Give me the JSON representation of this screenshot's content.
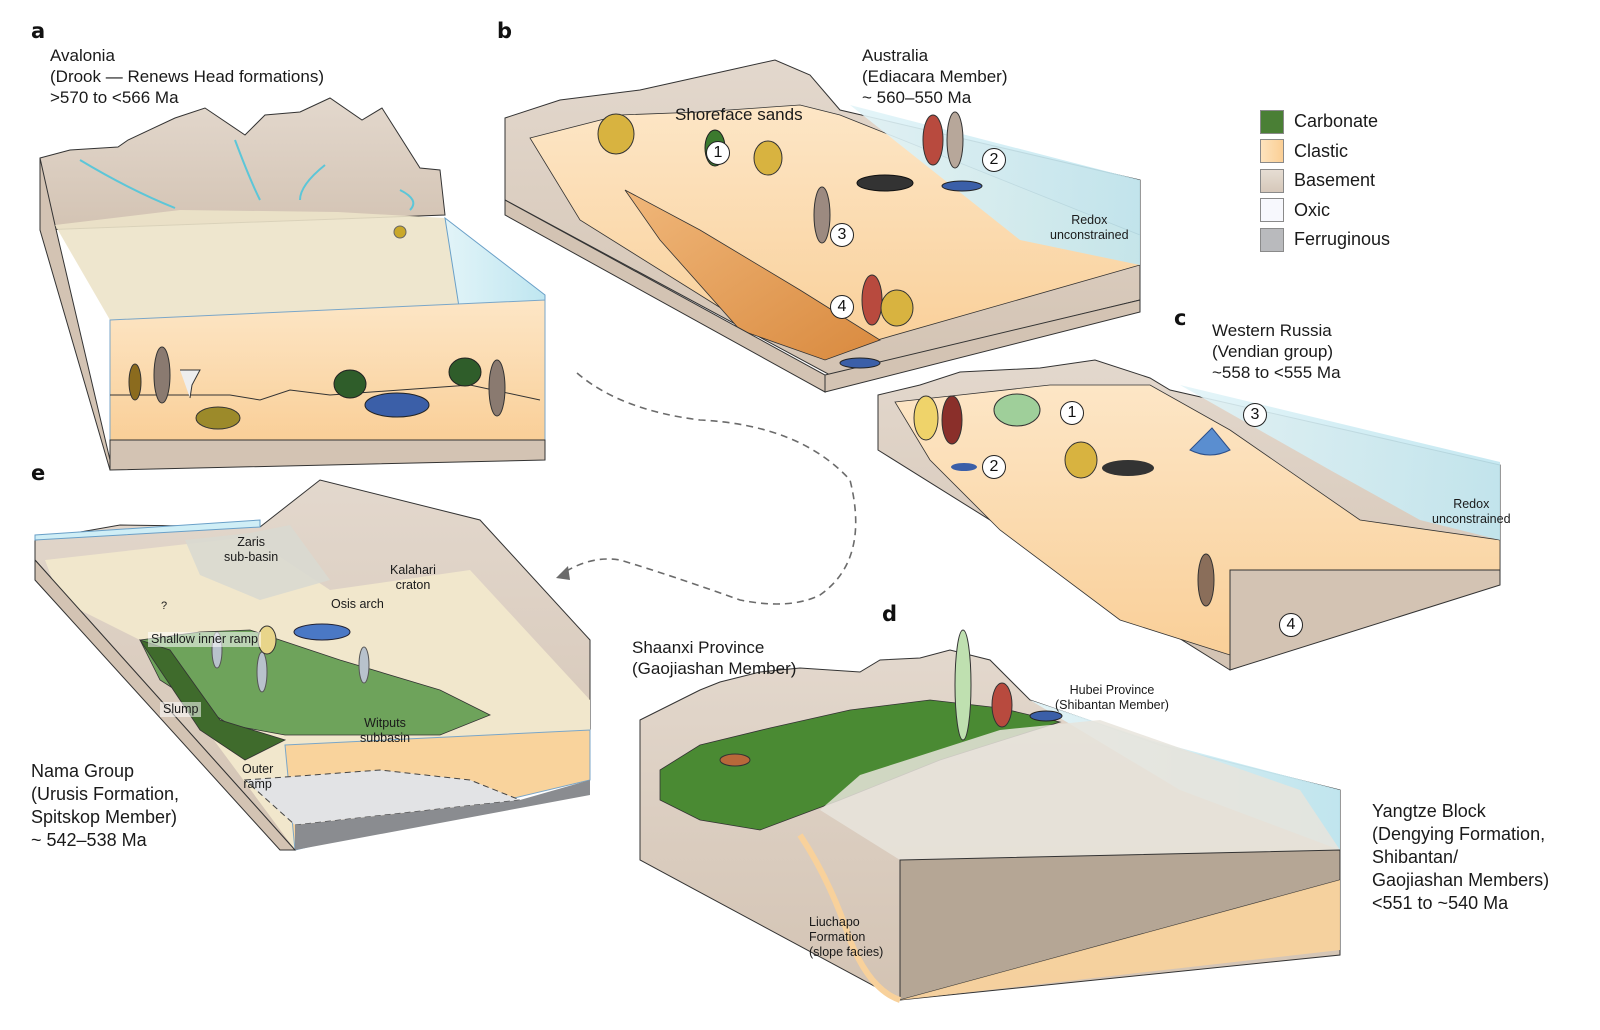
{
  "figure": {
    "panels": [
      {
        "letter": "a",
        "region": "Avalonia",
        "unit": "(Drook — Renews Head formations)",
        "age": ">570 to <566 Ma"
      },
      {
        "letter": "b",
        "region": "Australia",
        "unit": "(Ediacara Member)",
        "age": "~ 560–550 Ma",
        "annotations": {
          "shoreface": "Shoreface sands",
          "redox": [
            "Redox",
            "unconstrained"
          ]
        },
        "markers": [
          "1",
          "2",
          "3",
          "4"
        ]
      },
      {
        "letter": "c",
        "region": "Western Russia",
        "unit": "(Vendian group)",
        "age": "~558 to <555 Ma",
        "annotations": {
          "redox": [
            "Redox",
            "unconstrained"
          ]
        },
        "markers": [
          "1",
          "2",
          "3",
          "4"
        ]
      },
      {
        "letter": "d",
        "region_left": "Shaanxi Province",
        "unit_left": "(Gaojiashan Member)",
        "region_hubei": "Hubei Province",
        "unit_hubei": "(Shibantan Member)",
        "region": "Yangtze Block",
        "unit_lines": [
          "(Dengying Formation,",
          "Shibantan/",
          "Gaojiashan Members)"
        ],
        "age": "<551 to ~540 Ma",
        "annotations": {
          "liuchapo": [
            "Liuchapo",
            "Formation",
            "(slope facies)"
          ]
        }
      },
      {
        "letter": "e",
        "region": "Nama Group",
        "unit_lines": [
          "(Urusis Formation,",
          "Spitskop Member)"
        ],
        "age": "~ 542–538 Ma",
        "annotations": {
          "zaris": [
            "Zaris",
            "sub-basin"
          ],
          "kalahari": [
            "Kalahari",
            "craton"
          ],
          "osis": "Osis arch",
          "inner_ramp": "Shallow inner ramp",
          "slump": "Slump",
          "witputs": [
            "Witputs",
            "subbasin"
          ],
          "outer_ramp": [
            "Outer",
            "ramp"
          ],
          "question": "?"
        }
      }
    ]
  },
  "legend": {
    "items": [
      {
        "label": "Carbonate",
        "color": "#4a7f35"
      },
      {
        "label": "Clastic",
        "color": "#fdd9a8"
      },
      {
        "label": "Basement",
        "color": "#ddd0c3"
      },
      {
        "label": "Oxic",
        "color": "#f7f8fd"
      },
      {
        "label": "Ferruginous",
        "color": "#b9babd"
      }
    ]
  },
  "colors": {
    "water": "#cfeef6",
    "basement": "#d9cbbd",
    "clastic": "#fbd8a6",
    "clastic_dark": "#d98a3f",
    "carbonate": "#4a7f35",
    "ferruginous": "#9a9ca0",
    "oxic": "#eeeae0",
    "deep_slope": "#b8aa98",
    "arrow": "#6b6b6b"
  }
}
